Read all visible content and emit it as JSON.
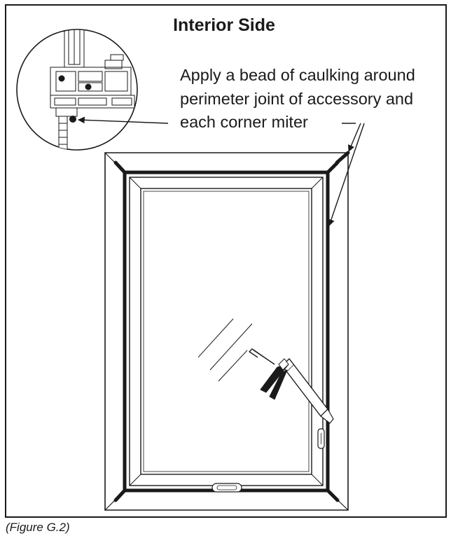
{
  "figure": {
    "title": "Interior Side",
    "note_lines": [
      "Apply a bead of caulking around",
      "perimeter joint of accessory and",
      "each corner miter"
    ],
    "caption": "(Figure G.2)"
  },
  "colors": {
    "ink": "#1a1a1a",
    "paper": "#ffffff"
  }
}
